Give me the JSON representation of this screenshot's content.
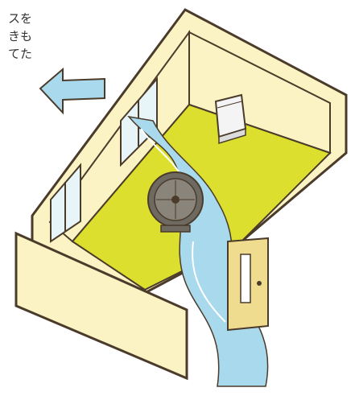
{
  "caption": {
    "lines": [
      "スを",
      "きも",
      "てた"
    ]
  },
  "colors": {
    "wall": "#fbf3c4",
    "floor": "#dcdf2e",
    "outline": "#4a3b2a",
    "airflow": "#a9d9ec",
    "airflow_line": "#ffffff",
    "door": "#f0dc8e",
    "fan": "#6e6a62",
    "purifier": "#f4f4f4"
  },
  "icons": [
    "fan-icon",
    "air-purifier-icon",
    "airflow-arrow-icon",
    "door-icon",
    "window-icon"
  ]
}
